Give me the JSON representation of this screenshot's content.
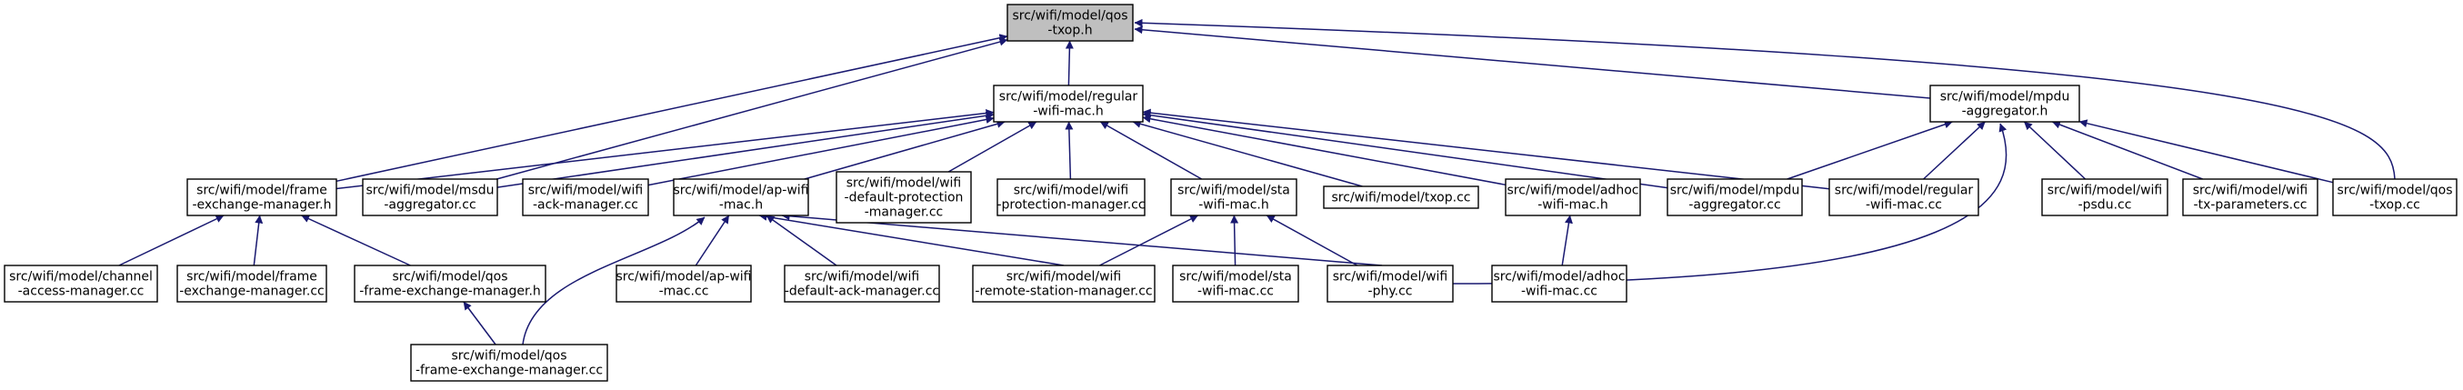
{
  "graph": {
    "edge_color": "#191970",
    "root_fill": "#bfbfbf",
    "nodes": [
      {
        "id": "qos_txop_h",
        "lines": [
          "src/wifi/model/qos",
          "-txop.h"
        ],
        "root": true
      },
      {
        "id": "regular_wifi_mac_h",
        "lines": [
          "src/wifi/model/regular",
          "-wifi-mac.h"
        ]
      },
      {
        "id": "mpdu_aggregator_h",
        "lines": [
          "src/wifi/model/mpdu",
          "-aggregator.h"
        ]
      },
      {
        "id": "frame_exchange_manager_h",
        "lines": [
          "src/wifi/model/frame",
          "-exchange-manager.h"
        ]
      },
      {
        "id": "msdu_aggregator_cc",
        "lines": [
          "src/wifi/model/msdu",
          "-aggregator.cc"
        ]
      },
      {
        "id": "wifi_ack_manager_cc",
        "lines": [
          "src/wifi/model/wifi",
          "-ack-manager.cc"
        ]
      },
      {
        "id": "ap_wifi_mac_h",
        "lines": [
          "src/wifi/model/ap-wifi",
          "-mac.h"
        ]
      },
      {
        "id": "wifi_default_protection_manager_cc",
        "lines": [
          "src/wifi/model/wifi",
          "-default-protection",
          "-manager.cc"
        ]
      },
      {
        "id": "wifi_protection_manager_cc",
        "lines": [
          "src/wifi/model/wifi",
          "-protection-manager.cc"
        ]
      },
      {
        "id": "sta_wifi_mac_h",
        "lines": [
          "src/wifi/model/sta",
          "-wifi-mac.h"
        ]
      },
      {
        "id": "txop_cc",
        "lines": [
          "src/wifi/model/txop.cc"
        ]
      },
      {
        "id": "adhoc_wifi_mac_h",
        "lines": [
          "src/wifi/model/adhoc",
          "-wifi-mac.h"
        ]
      },
      {
        "id": "mpdu_aggregator_cc",
        "lines": [
          "src/wifi/model/mpdu",
          "-aggregator.cc"
        ]
      },
      {
        "id": "regular_wifi_mac_cc",
        "lines": [
          "src/wifi/model/regular",
          "-wifi-mac.cc"
        ]
      },
      {
        "id": "wifi_psdu_cc",
        "lines": [
          "src/wifi/model/wifi",
          "-psdu.cc"
        ]
      },
      {
        "id": "wifi_tx_parameters_cc",
        "lines": [
          "src/wifi/model/wifi",
          "-tx-parameters.cc"
        ]
      },
      {
        "id": "qos_txop_cc",
        "lines": [
          "src/wifi/model/qos",
          "-txop.cc"
        ]
      },
      {
        "id": "channel_access_manager_cc",
        "lines": [
          "src/wifi/model/channel",
          "-access-manager.cc"
        ]
      },
      {
        "id": "frame_exchange_manager_cc",
        "lines": [
          "src/wifi/model/frame",
          "-exchange-manager.cc"
        ]
      },
      {
        "id": "qos_frame_exchange_manager_h",
        "lines": [
          "src/wifi/model/qos",
          "-frame-exchange-manager.h"
        ]
      },
      {
        "id": "ap_wifi_mac_cc",
        "lines": [
          "src/wifi/model/ap-wifi",
          "-mac.cc"
        ]
      },
      {
        "id": "wifi_default_ack_manager_cc",
        "lines": [
          "src/wifi/model/wifi",
          "-default-ack-manager.cc"
        ]
      },
      {
        "id": "wifi_remote_station_manager_cc",
        "lines": [
          "src/wifi/model/wifi",
          "-remote-station-manager.cc"
        ]
      },
      {
        "id": "sta_wifi_mac_cc",
        "lines": [
          "src/wifi/model/sta",
          "-wifi-mac.cc"
        ]
      },
      {
        "id": "wifi_phy_cc",
        "lines": [
          "src/wifi/model/wifi",
          "-phy.cc"
        ]
      },
      {
        "id": "adhoc_wifi_mac_cc",
        "lines": [
          "src/wifi/model/adhoc",
          "-wifi-mac.cc"
        ]
      },
      {
        "id": "qos_frame_exchange_manager_cc",
        "lines": [
          "src/wifi/model/qos",
          "-frame-exchange-manager.cc"
        ]
      }
    ],
    "edges": [
      {
        "from": "regular_wifi_mac_h",
        "to": "qos_txop_h"
      },
      {
        "from": "mpdu_aggregator_h",
        "to": "qos_txop_h"
      },
      {
        "from": "frame_exchange_manager_h",
        "to": "qos_txop_h"
      },
      {
        "from": "msdu_aggregator_cc",
        "to": "qos_txop_h"
      },
      {
        "from": "qos_txop_cc",
        "to": "qos_txop_h"
      },
      {
        "from": "frame_exchange_manager_h",
        "to": "regular_wifi_mac_h"
      },
      {
        "from": "msdu_aggregator_cc",
        "to": "regular_wifi_mac_h"
      },
      {
        "from": "wifi_ack_manager_cc",
        "to": "regular_wifi_mac_h"
      },
      {
        "from": "ap_wifi_mac_h",
        "to": "regular_wifi_mac_h"
      },
      {
        "from": "wifi_default_protection_manager_cc",
        "to": "regular_wifi_mac_h"
      },
      {
        "from": "wifi_protection_manager_cc",
        "to": "regular_wifi_mac_h"
      },
      {
        "from": "sta_wifi_mac_h",
        "to": "regular_wifi_mac_h"
      },
      {
        "from": "txop_cc",
        "to": "regular_wifi_mac_h"
      },
      {
        "from": "adhoc_wifi_mac_h",
        "to": "regular_wifi_mac_h"
      },
      {
        "from": "mpdu_aggregator_cc",
        "to": "regular_wifi_mac_h"
      },
      {
        "from": "regular_wifi_mac_cc",
        "to": "regular_wifi_mac_h"
      },
      {
        "from": "mpdu_aggregator_cc",
        "to": "mpdu_aggregator_h"
      },
      {
        "from": "regular_wifi_mac_cc",
        "to": "mpdu_aggregator_h"
      },
      {
        "from": "wifi_psdu_cc",
        "to": "mpdu_aggregator_h"
      },
      {
        "from": "wifi_tx_parameters_cc",
        "to": "mpdu_aggregator_h"
      },
      {
        "from": "qos_txop_cc",
        "to": "mpdu_aggregator_h"
      },
      {
        "from": "wifi_phy_cc",
        "to": "mpdu_aggregator_h"
      },
      {
        "from": "channel_access_manager_cc",
        "to": "frame_exchange_manager_h"
      },
      {
        "from": "frame_exchange_manager_cc",
        "to": "frame_exchange_manager_h"
      },
      {
        "from": "qos_frame_exchange_manager_h",
        "to": "frame_exchange_manager_h"
      },
      {
        "from": "qos_frame_exchange_manager_cc",
        "to": "qos_frame_exchange_manager_h"
      },
      {
        "from": "ap_wifi_mac_cc",
        "to": "ap_wifi_mac_h"
      },
      {
        "from": "wifi_default_ack_manager_cc",
        "to": "ap_wifi_mac_h"
      },
      {
        "from": "wifi_remote_station_manager_cc",
        "to": "ap_wifi_mac_h"
      },
      {
        "from": "wifi_phy_cc",
        "to": "ap_wifi_mac_h"
      },
      {
        "from": "qos_frame_exchange_manager_cc",
        "to": "ap_wifi_mac_h"
      },
      {
        "from": "wifi_remote_station_manager_cc",
        "to": "sta_wifi_mac_h"
      },
      {
        "from": "sta_wifi_mac_cc",
        "to": "sta_wifi_mac_h"
      },
      {
        "from": "wifi_phy_cc",
        "to": "sta_wifi_mac_h"
      },
      {
        "from": "adhoc_wifi_mac_cc",
        "to": "adhoc_wifi_mac_h"
      }
    ]
  }
}
